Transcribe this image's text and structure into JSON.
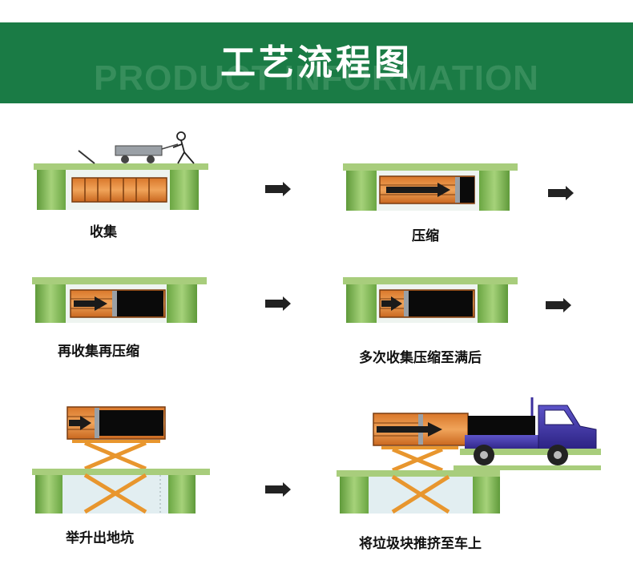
{
  "banner": {
    "title": "工艺流程图",
    "subtitle": "PRODUCT INFORMATION"
  },
  "steps": [
    {
      "label": "收集"
    },
    {
      "label": "压缩"
    },
    {
      "label": "再收集再压缩"
    },
    {
      "label": "多次收集压缩至满后"
    },
    {
      "label": "举升出地坑"
    },
    {
      "label": "将垃圾块推挤至车上"
    }
  ],
  "colors": {
    "banner": "#1a7b45",
    "pit_green": "#8bbf5a",
    "ground": "#a8cd7c",
    "pit_inner": "#e2eef1",
    "block": "#e08a35",
    "scissor": "#e8962e",
    "truck": "#3b2f9e",
    "arrow": "#222222"
  }
}
